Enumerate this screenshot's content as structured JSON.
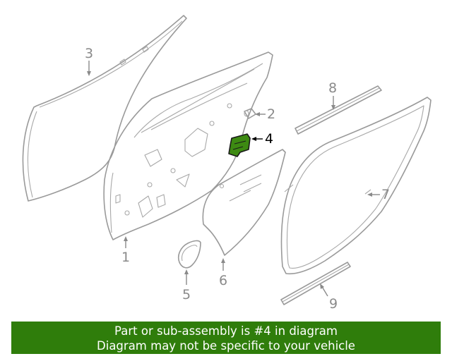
{
  "callouts": {
    "c1": "1",
    "c2": "2",
    "c3": "3",
    "c4": "4",
    "c5": "5",
    "c6": "6",
    "c7": "7",
    "c8": "8",
    "c9": "9"
  },
  "highlight": {
    "part_number": "4",
    "color": "#2f7d0b"
  },
  "banner": {
    "line1": "Part or sub-assembly is #4 in diagram",
    "line2": "Diagram may not be specific to your vehicle",
    "background": "#2f7d0b"
  }
}
